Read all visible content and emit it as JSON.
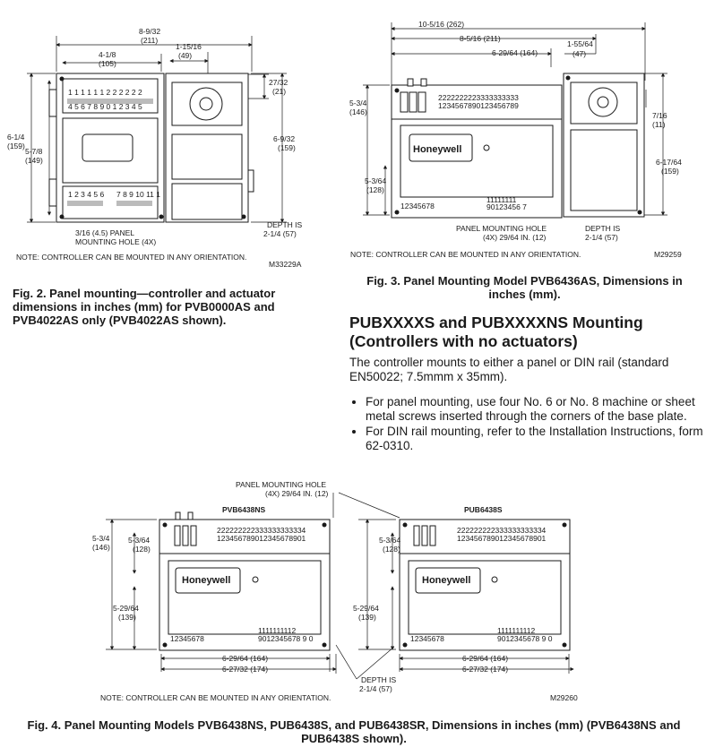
{
  "fig2": {
    "dims": {
      "w_total": "8-9/32",
      "w_total_mm": "(211)",
      "w_ctrl": "4-1/8",
      "w_ctrl_mm": "(105)",
      "w_act": "1-15/16",
      "w_act_mm": "(49)",
      "h_top": "27/32",
      "h_top_mm": "(21)",
      "h_left": "6-1/4",
      "h_left_mm": "(159)",
      "h_inner": "5-7/8",
      "h_inner_mm": "(149)",
      "h_right": "6-9/32",
      "h_right_mm": "(159)",
      "hole": "3/16 (4.5) PANEL",
      "hole2": "MOUNTING HOLE (4X)",
      "depth": "DEPTH IS",
      "depth2": "2-1/4 (57)"
    },
    "terminals_top1": "1 1 1 1 1 1 2 2 2 2 2 2",
    "terminals_top2": "4 5 6 7 8 9 0 1 2 3 4 5",
    "terminals_bot_l": "1 2 3 4 5 6",
    "terminals_bot_r": "7 8 9 10 11 1",
    "note": "NOTE:  CONTROLLER CAN BE MOUNTED IN ANY ORIENTATION.",
    "code": "M33229A",
    "caption": "Fig. 2. Panel mounting—controller and actuator dimensions in inches (mm) for PVB0000AS and PVB4022AS only (PVB4022AS shown)."
  },
  "fig3": {
    "dims": {
      "w_total": "10-5/16 (262)",
      "w_mid": "8-5/16 (211)",
      "w_ctrl": "6-29/64 (164)",
      "w_act": "1-55/64",
      "w_act_mm": "(47)",
      "h_left": "5-3/4",
      "h_left_mm": "(146)",
      "h_inner": "5-3/64",
      "h_inner_mm": "(128)",
      "h_small": "7/16",
      "h_small_mm": "(11)",
      "h_right": "6-17/64",
      "h_right_mm": "(159)",
      "hole": "PANEL MOUNTING HOLE",
      "hole2": "(4X) 29/64 IN. (12)",
      "depth": "DEPTH IS",
      "depth2": "2-1/4 (57)"
    },
    "brand": "Honeywell",
    "term_top1": "2222222223333333333",
    "term_top2": "1234567890123456789",
    "term_bl": "12345678",
    "term_br1": "11111111",
    "term_br2": "90123456 7",
    "note": "NOTE:  CONTROLLER CAN BE MOUNTED IN ANY ORIENTATION.",
    "code": "M29259",
    "caption": "Fig. 3. Panel Mounting Model PVB6436AS, Dimensions in inches (mm)."
  },
  "section": {
    "heading": "PUBXXXXS and PUBXXXXNS Mounting (Controllers with no actuators)",
    "intro": "The controller mounts to either a panel or DIN rail (standard EN50022; 7.5mmm x 35mm).",
    "bullets": [
      "For panel mounting, use four No. 6 or No. 8 machine or sheet metal screws inserted through the corners of the base plate.",
      "For DIN rail mounting, refer to the Installation Instructions, form 62-0310."
    ]
  },
  "fig4": {
    "hole": "PANEL MOUNTING HOLE",
    "hole2": "(4X) 29/64 IN. (12)",
    "left_label": "PVB6438NS",
    "right_label": "PUB6438S",
    "brand": "Honeywell",
    "term_top1": "222222222333333333334",
    "term_top2": "123456789012345678901",
    "term_bl": "12345678",
    "term_br1": "1111111112",
    "term_br2": "9012345678 9 0",
    "dims": {
      "h_outer": "5-3/4",
      "h_outer_mm": "(146)",
      "h_inner": "5-3/64",
      "h_inner_mm": "(128)",
      "h_mid": "5-29/64",
      "h_mid_mm": "(139)",
      "w1": "6-29/64 (164)",
      "w2": "6-27/32 (174)",
      "depth": "DEPTH IS",
      "depth2": "2-1/4 (57)"
    },
    "note": "NOTE:   CONTROLLER CAN BE MOUNTED IN ANY ORIENTATION.",
    "code": "M29260",
    "caption": "Fig. 4. Panel Mounting Models PVB6438NS, PUB6438S, and PUB6438SR, Dimensions in inches (mm) (PVB6438NS and PUB6438S shown)."
  }
}
